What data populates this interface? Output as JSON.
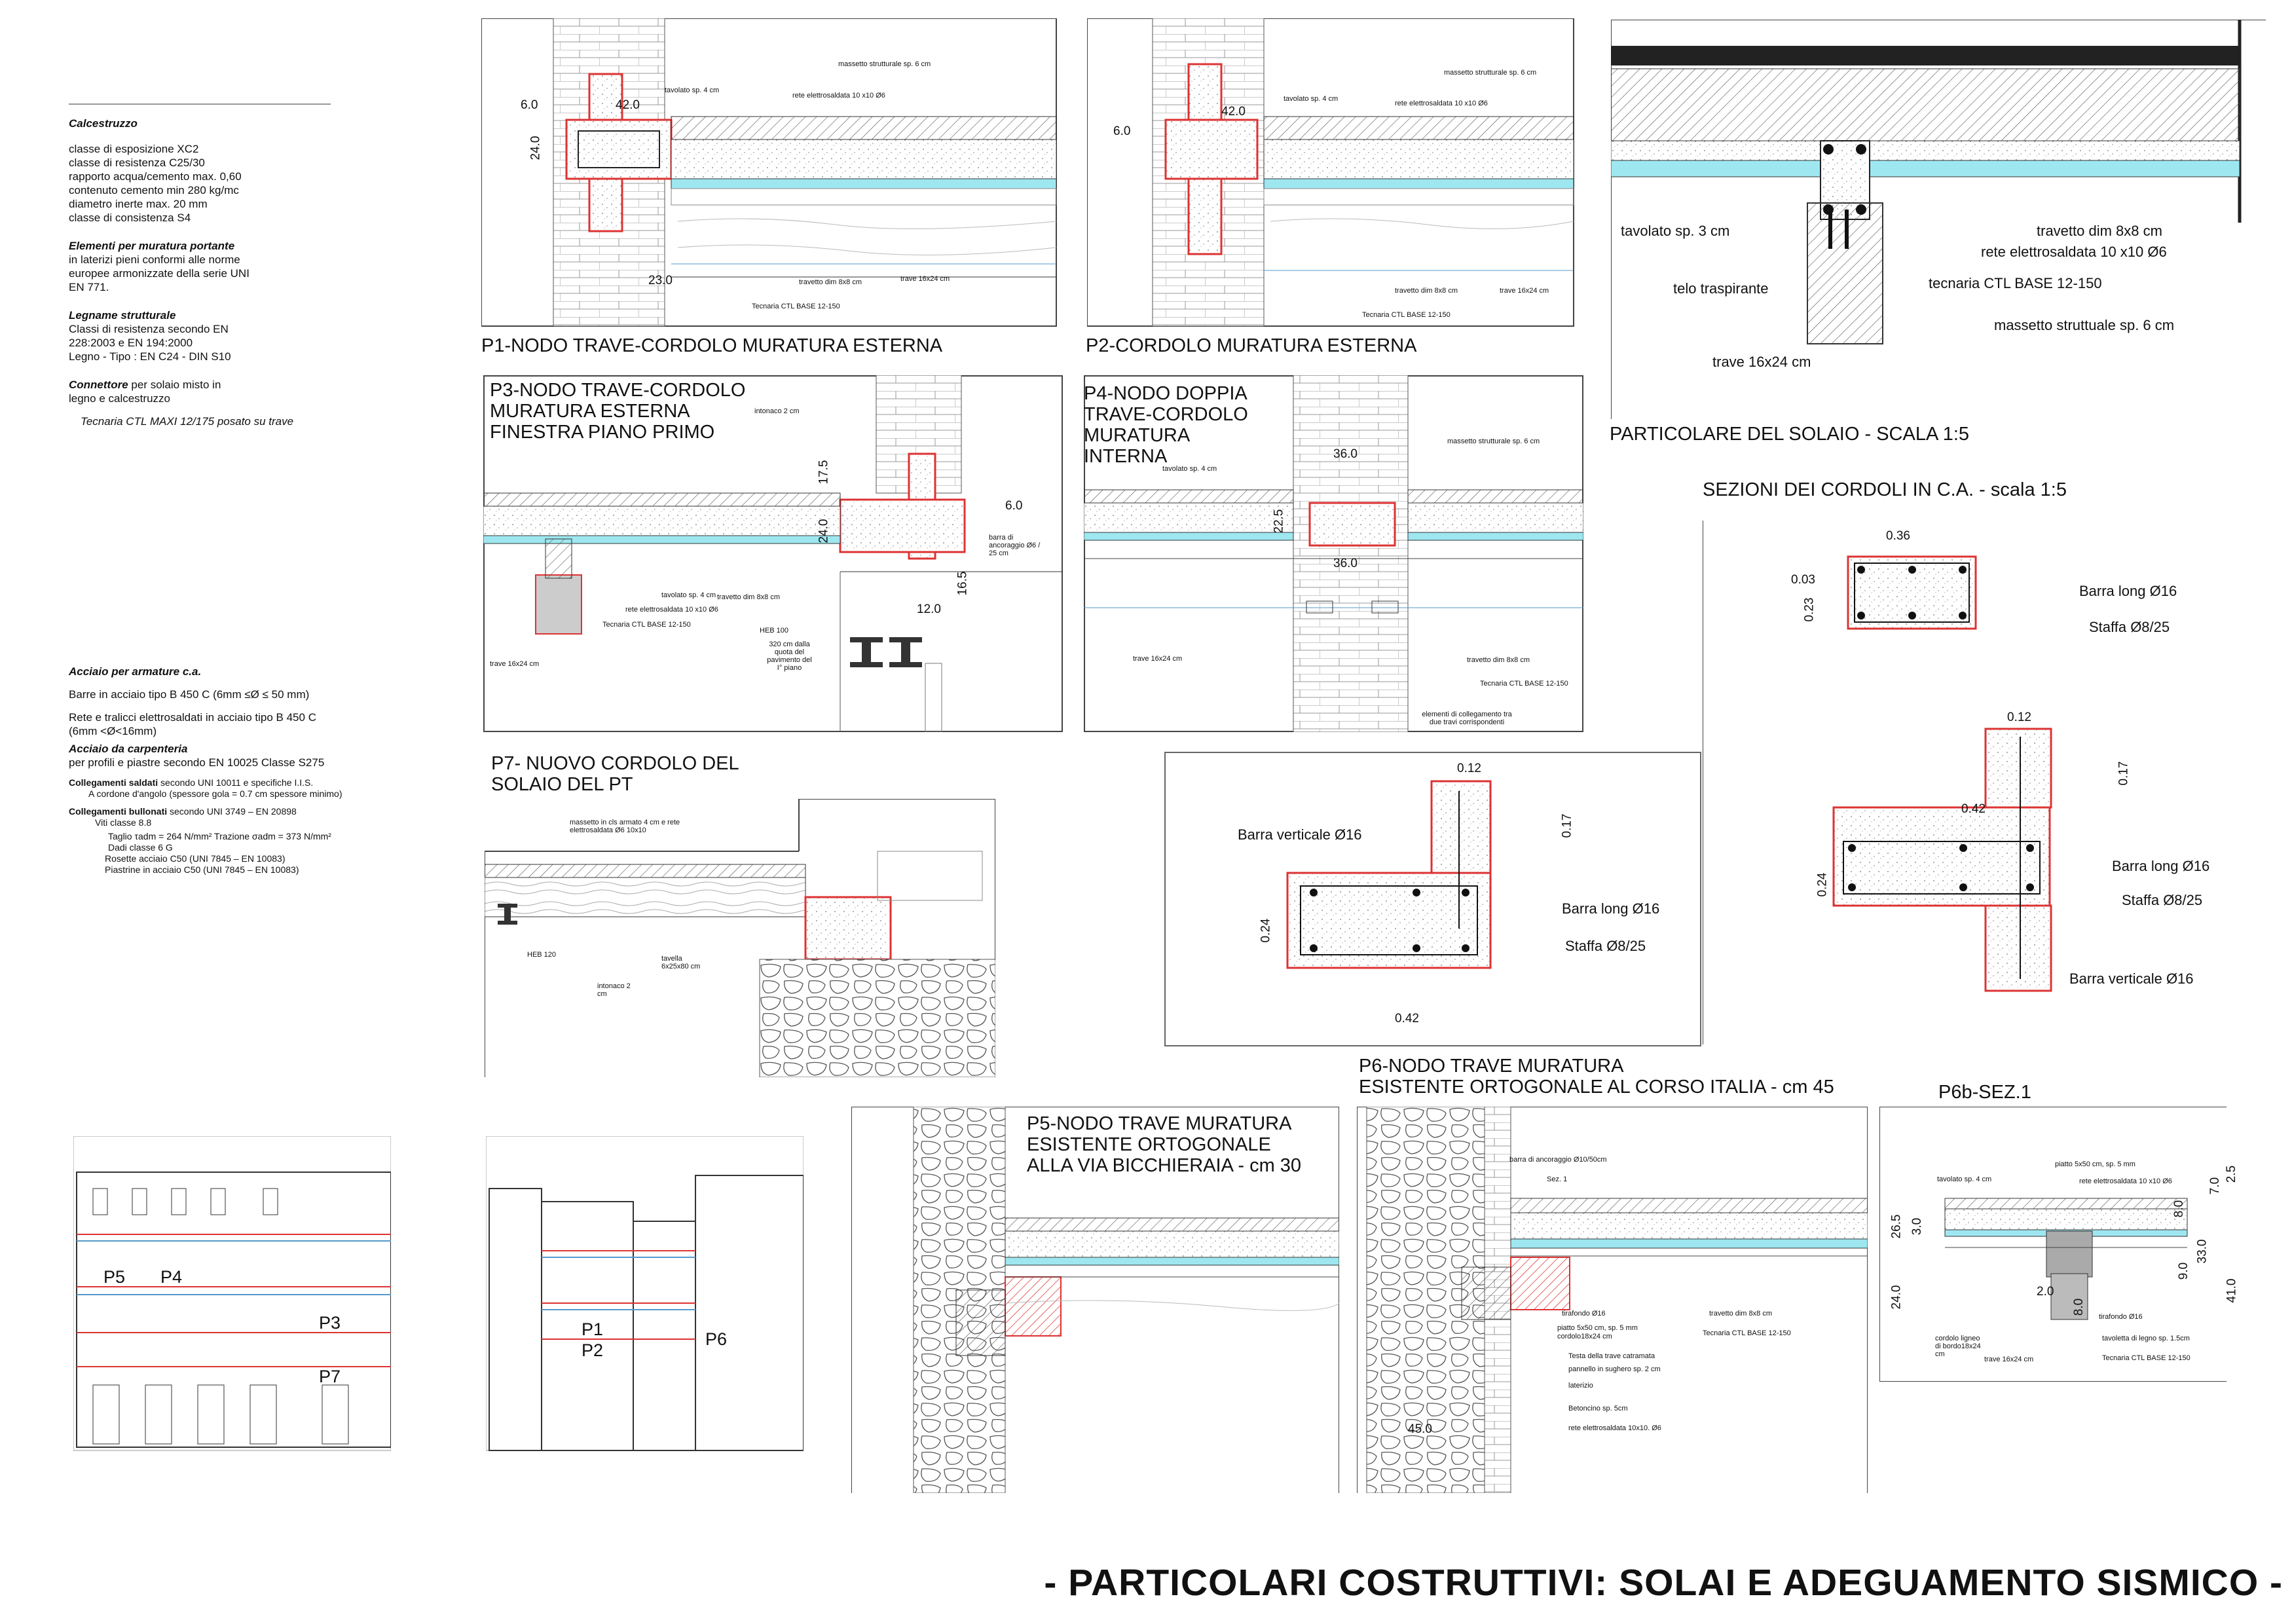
{
  "notes": {
    "calcestruzzo_title": "Calcestruzzo",
    "calcestruzzo_lines": [
      "classe di esposizione XC2",
      "classe di resistenza C25/30",
      "rapporto acqua/cemento max. 0,60",
      "contenuto cemento min 280 kg/mc",
      "diametro inerte max. 20 mm",
      "classe di consistenza S4"
    ],
    "elementi_title": "Elementi per muratura portante",
    "elementi_lines": [
      "in laterizi pieni conformi alle norme",
      "europee armonizzate della serie UNI",
      "EN 771."
    ],
    "legname_title": "Legname strutturale",
    "legname_lines": [
      "Classi di resistenza secondo EN",
      "228:2003 e EN 194:2000",
      "Legno - Tipo : EN C24 - DIN S10"
    ],
    "connettore_title": "Connettore",
    "connettore_lines": [
      "per solaio misto in",
      "legno e calcestruzzo"
    ],
    "connettore_bullet": "Tecnaria CTL MAXI 12/175 posato su trave",
    "acciaio_title": "Acciaio per armature c.a.",
    "acciaio_lines": [
      "Barre in acciaio tipo B 450 C (6mm ≤Ø ≤ 50 mm)",
      "Rete e tralicci elettrosaldati in acciaio tipo B 450 C",
      "(6mm <Ø<16mm)"
    ],
    "carpenteria_title": "Acciaio da carpenteria",
    "carpenteria_line": "per profili e piastre secondo EN 10025 Classe S275",
    "saldati_title": "Collegamenti saldati",
    "saldati_lines": [
      "secondo UNI 10011 e specifiche I.I.S.",
      "A cordone d'angolo (spessore gola = 0.7 cm spessore minimo)"
    ],
    "bullonati_title": "Collegamenti bullonati",
    "bullonati_lines": [
      "secondo UNI 3749 – EN 20898",
      "Viti classe 8.8",
      "Taglio τadm = 264 N/mm²    Trazione σadm = 373 N/mm²",
      "Dadi classe 6 G",
      "Rosette acciaio C50 (UNI 7845 – EN 10083)",
      "Piastrine in acciaio C50 (UNI 7845 – EN 10083)"
    ]
  },
  "panels": {
    "p1": "P1-NODO TRAVE-CORDOLO MURATURA ESTERNA",
    "p2": "P2-CORDOLO MURATURA ESTERNA",
    "p3": "P3-NODO TRAVE-CORDOLO\nMURATURA ESTERNA\nFINESTRA PIANO PRIMO",
    "p4": "P4-NODO DOPPIA\nTRAVE-CORDOLO\nMURATURA\nINTERNA",
    "p7": "P7- NUOVO CORDOLO DEL\nSOLAIO DEL PT",
    "p5": "P5-NODO TRAVE MURATURA\nESISTENTE ORTOGONALE\nALLA VIA BICCHIERAIA - cm 30",
    "p6": "P6-NODO TRAVE MURATURA\nESISTENTE ORTOGONALE AL CORSO ITALIA - cm 45",
    "p6b": "P6b-SEZ.1",
    "particolare": "PARTICOLARE DEL SOLAIO -  SCALA 1:5",
    "sezioni": "SEZIONI DEI CORDOLI IN C.A.  - scala 1:5"
  },
  "labels": {
    "massetto6": "massetto strutturale sp. 6 cm",
    "tavolato4": "tavolato sp. 4 cm",
    "rete": "rete elettrosaldata 10 x10 Ø6",
    "travetto": "travetto dim 8x8 cm",
    "trave": "trave 16x24 cm",
    "tecnaria": "Tecnaria CTL BASE 12-150",
    "intonaco": "intonaco 2 cm",
    "barra_anc": "barra di ancoraggio Ø6 / 25 cm",
    "heb100": "HEB 100",
    "quota": "320 cm dalla quota del pavimento del I° piano",
    "elementi_coll": "elementi di collegamento tra due travi corrispondenti",
    "massetto_cls": "massetto in cls armato 4 cm e rete elettrosaldata Ø6 10x10",
    "heb120": "HEB 120",
    "tavella": "tavella 6x25x80 cm",
    "intonaco2": "intonaco 2 cm",
    "barra_anc50": "barra di ancoraggio Ø10/50cm",
    "sez1": "Sez. 1",
    "tirafondo": "tirafondo Ø16",
    "piatto": "piatto 5x50 cm, sp. 5 mm",
    "cordolo": "cordolo18x24 cm",
    "testa": "Testa della trave catramata",
    "pannello": "pannello in sughero sp. 2 cm",
    "laterizio": "laterizio",
    "betoncino": "Betoncino sp. 5cm",
    "rete10": "rete elettrosaldata 10x10. Ø6",
    "cordolo_ligneo": "cordolo ligneo di bordo18x24 cm",
    "tavoletta": "tavoletta di legno sp. 1.5cm",
    "part_tavolato": "tavolato  sp. 3 cm",
    "part_travetto": "travetto dim 8x8 cm",
    "part_rete": "rete elettrosaldata 10 x10 Ø6",
    "part_telo": "telo traspirante",
    "part_tecnaria": "tecnaria CTL BASE 12-150",
    "part_massetto": "massetto struttuale sp. 6 cm",
    "part_trave": "trave 16x24 cm",
    "barra_long": "Barra long Ø16",
    "staffa": "Staffa Ø8/25",
    "barra_vert": "Barra verticale Ø16"
  },
  "dims": {
    "d60": "6.0",
    "d420": "42.0",
    "d240": "24.0",
    "d230": "23.0",
    "d175": "17.5",
    "d120": "12.0",
    "d165": "16.5",
    "d360": "36.0",
    "d225": "22.5",
    "d450": "45.0",
    "d036": "0.36",
    "d003": "0.03",
    "d023": "0.23",
    "d012": "0.12",
    "d017": "0.17",
    "d042": "0.42",
    "d024": "0.24",
    "d265": "26.5",
    "d30": "3.0",
    "d20": "2.0",
    "d80": "8.0",
    "d90": "9.0",
    "d330": "33.0",
    "d410": "41.0",
    "d70": "7.0",
    "d25": "2.5"
  },
  "elev_labels": [
    "P5",
    "P4",
    "P3",
    "P7",
    "P1",
    "P2",
    "P6"
  ],
  "main_title": "- PARTICOLARI COSTRUTTIVI: SOLAI E ADEGUAMENTO SISMICO -"
}
